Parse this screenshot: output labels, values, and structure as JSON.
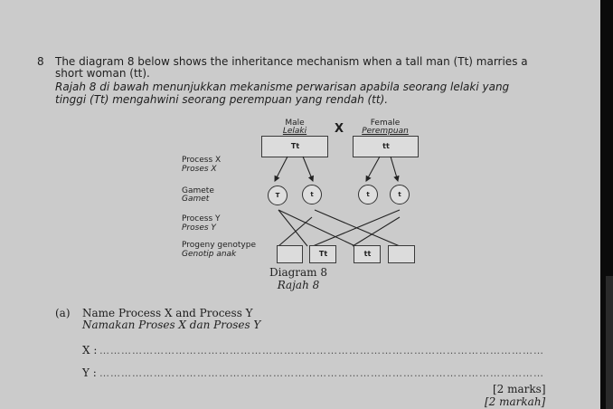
{
  "question": {
    "number": "8",
    "english": [
      "The diagram 8 below shows the inheritance mechanism when a tall man (Tt) marries a",
      "short woman (tt)."
    ],
    "malay": [
      "Rajah 8 di bawah menunjukkan mekanisme perwarisan apabila seorang lelaki yang",
      "tinggi (Tt) mengahwini seorang perempuan yang rendah (tt)."
    ]
  },
  "diagram": {
    "male_en": "Male",
    "male_ms": "Lelaki",
    "cross": "X",
    "female_en": "Female",
    "female_ms": "Perempuan",
    "male_genotype": "Tt",
    "female_genotype": "tt",
    "process_x_en": "Process X",
    "process_x_ms": "Proses X",
    "gamete_en": "Gamete",
    "gamete_ms": "Gamet",
    "process_y_en": "Process Y",
    "process_y_ms": "Proses Y",
    "progeny_en": "Progeny genotype",
    "progeny_ms": "Genotip anak",
    "gametes": [
      "T",
      "t",
      "t",
      "t"
    ],
    "offspring": [
      "",
      "Tt",
      "tt",
      ""
    ],
    "caption_en": "Diagram 8",
    "caption_ms": "Rajah 8"
  },
  "part_a": {
    "label": "(a)",
    "english": "Name Process X and Process Y",
    "malay": "Namakan Proses X dan Proses Y",
    "x_label": "X :",
    "y_label": "Y :",
    "marks_en": "[2 marks]",
    "marks_ms": "[2 markah]"
  }
}
